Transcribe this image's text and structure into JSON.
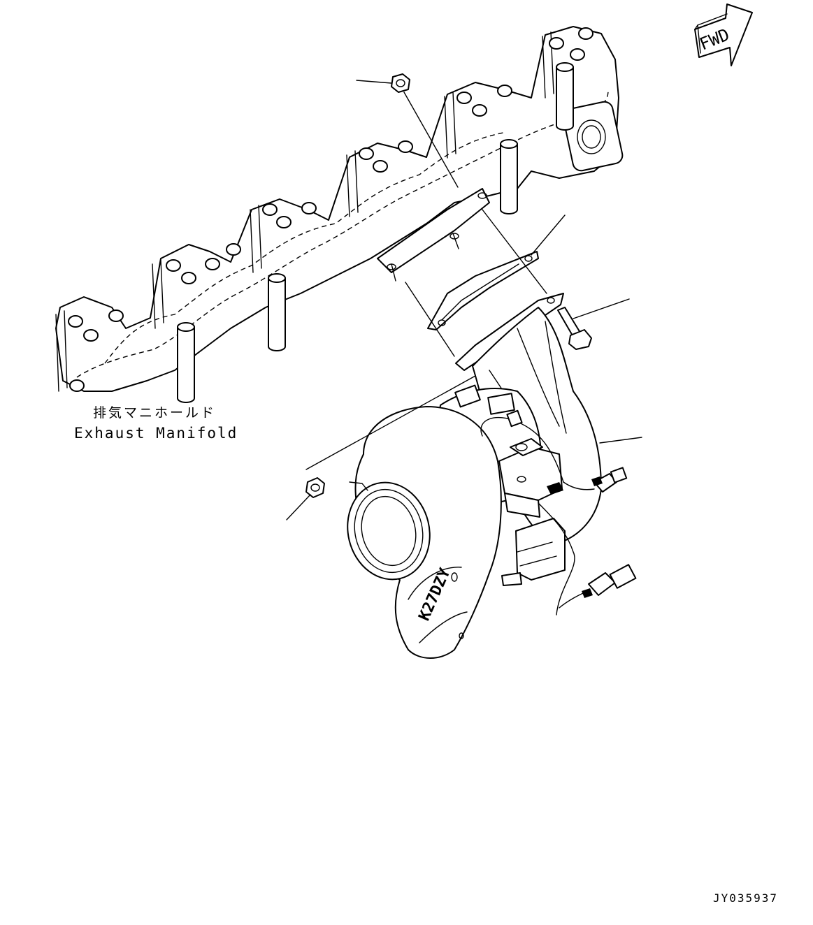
{
  "fwd_indicator": {
    "label": "FWD"
  },
  "exhaust_manifold": {
    "label_jp": "排気マニホールド",
    "label_en": "Exhaust Manifold"
  },
  "turbo_casting_text": "K27DZY",
  "drawing_code": "JY035937"
}
